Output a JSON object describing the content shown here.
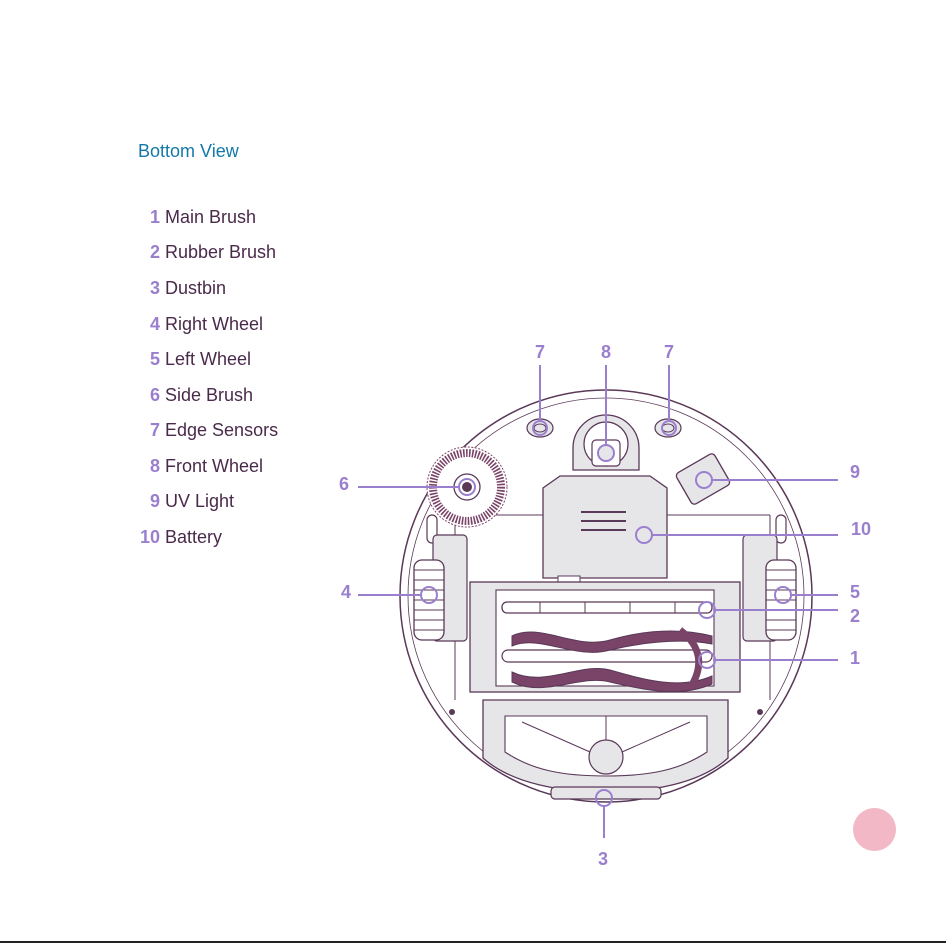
{
  "heading": "Bottom View",
  "parts": [
    {
      "num": "1",
      "label": "Main Brush"
    },
    {
      "num": "2",
      "label": "Rubber Brush"
    },
    {
      "num": "3",
      "label": "Dustbin"
    },
    {
      "num": "4",
      "label": "Right Wheel"
    },
    {
      "num": "5",
      "label": "Left Wheel"
    },
    {
      "num": "6",
      "label": "Side Brush"
    },
    {
      "num": "7",
      "label": "Edge Sensors"
    },
    {
      "num": "8",
      "label": "Front Wheel"
    },
    {
      "num": "9",
      "label": "UV Light"
    },
    {
      "num": "10",
      "label": "Battery"
    }
  ],
  "callouts": {
    "edge_sensor_left": "7",
    "front_wheel": "8",
    "edge_sensor_right": "7",
    "uv_light": "9",
    "side_brush": "6",
    "battery": "10",
    "right_wheel": "4",
    "left_wheel": "5",
    "rubber_brush": "2",
    "main_brush": "1",
    "dustbin": "3"
  },
  "colors": {
    "heading": "#1478a8",
    "legend_number": "#9b7fcf",
    "legend_text": "#4a2a4a",
    "outline": "#5a3858",
    "callout": "#9b7fcf",
    "brush_fill": "#7a4468",
    "part_fill": "#e6e6e8",
    "page_badge": "#f2b8c6"
  }
}
